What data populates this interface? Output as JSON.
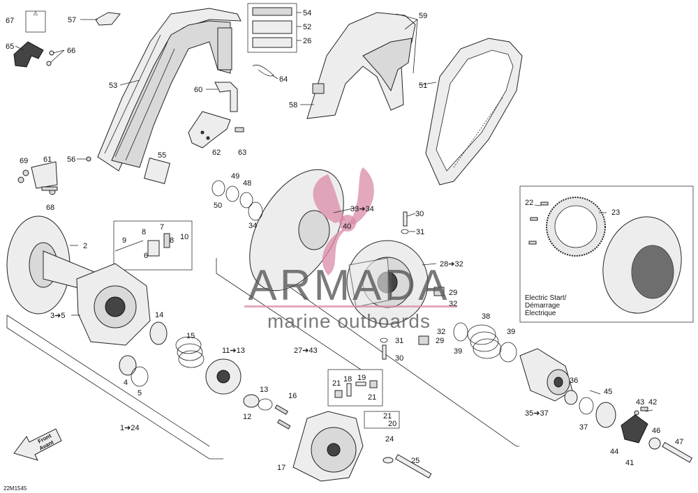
{
  "diagram": {
    "code": "22M1545",
    "direction": {
      "line1": "Front",
      "line2": "Avant"
    },
    "electric_start": {
      "line1": "Electric Start/",
      "line2": "Démarrage",
      "line3": "Électrique"
    },
    "watermark": {
      "line1": "ARMADA",
      "line2": "marine outboards"
    },
    "labels": {
      "l67": "67",
      "l57": "57",
      "l54": "54",
      "l52": "52",
      "l26": "26",
      "l59": "59",
      "l65": "65",
      "l66": "66",
      "l53": "53",
      "l64": "64",
      "l60": "60",
      "l51": "51",
      "l58": "58",
      "l62": "62",
      "l63": "63",
      "l56": "56",
      "l55": "55",
      "l69": "69",
      "l61": "61",
      "l68": "68",
      "l49": "49",
      "l48": "48",
      "l50": "50",
      "l34": "34",
      "l33": "33➔34",
      "l30a": "30",
      "l31a": "31",
      "l40": "40",
      "l22": "22",
      "l23": "23",
      "l9": "9",
      "l8a": "8",
      "l7": "7",
      "l10": "10",
      "l8b": "8",
      "l6": "6",
      "l2": "2",
      "l28": "28➔32",
      "l29a": "29",
      "l32a": "32",
      "l3": "3➔5",
      "l14": "14",
      "l15": "15",
      "l11": "11➔13",
      "l27": "27➔43",
      "l32b": "32",
      "l31b": "31",
      "l29b": "29",
      "l30b": "30",
      "l38": "38",
      "l39a": "39",
      "l39b": "39",
      "l4": "4",
      "l5": "5",
      "l13": "13",
      "l21a": "21",
      "l18": "18",
      "l19": "19",
      "l21b": "21",
      "l16": "16",
      "l12": "12",
      "l36": "36",
      "l45": "45",
      "l1": "1➔24",
      "l35": "35➔37",
      "l37": "37",
      "l43": "43",
      "l42": "42",
      "l21c": "21",
      "l20": "20",
      "l24": "24",
      "l25": "25",
      "l46": "46",
      "l44": "44",
      "l47": "47",
      "l41": "41",
      "l17": "17"
    }
  }
}
